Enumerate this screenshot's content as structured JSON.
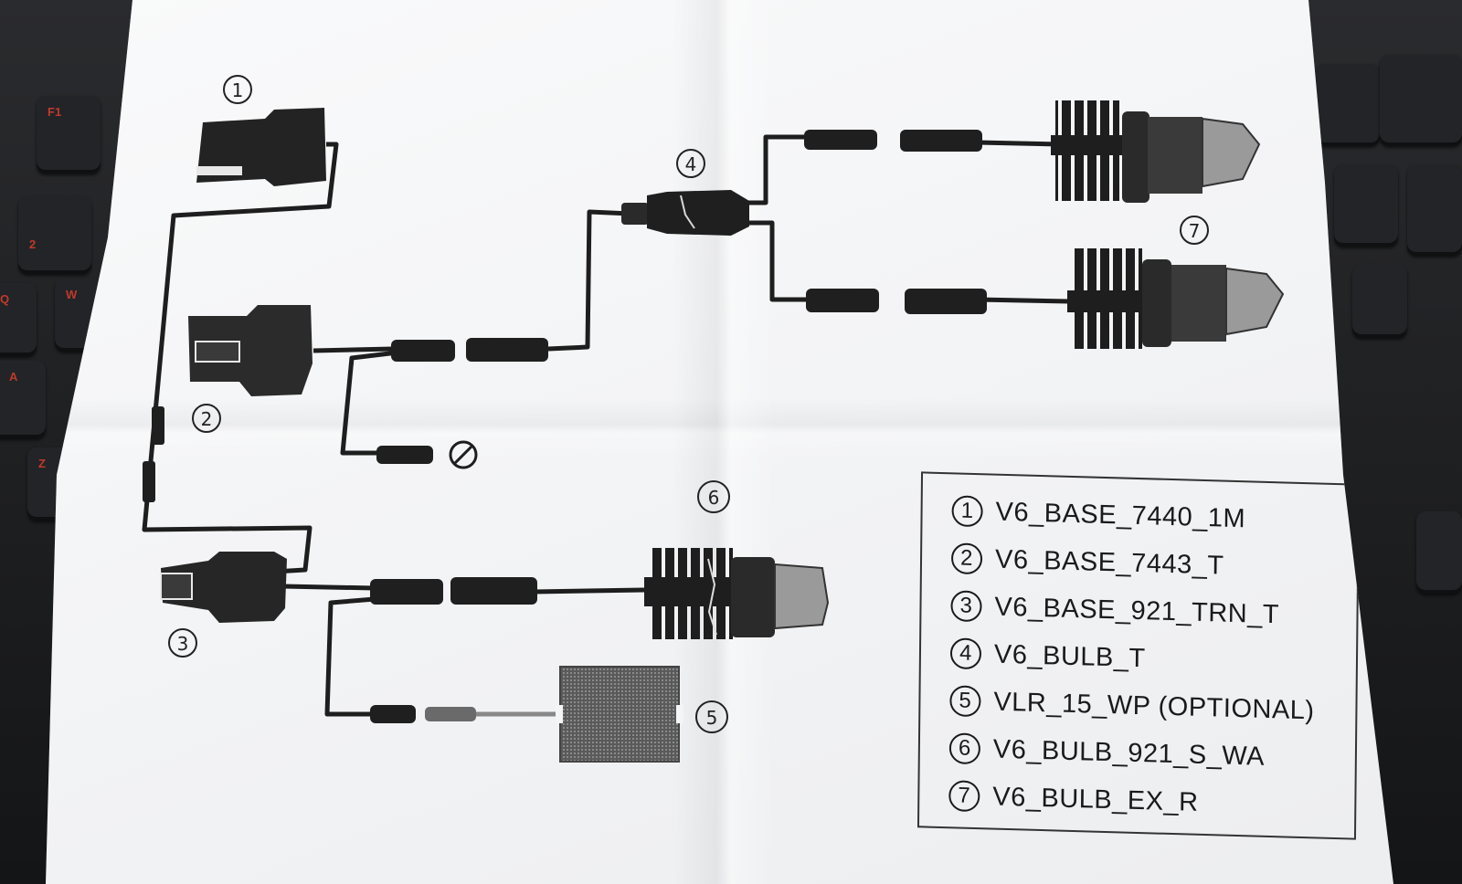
{
  "labels": {
    "c1": "1",
    "c2": "2",
    "c3": "3",
    "c4": "4",
    "c5": "5",
    "c6": "6",
    "c7": "7"
  },
  "legend": [
    {
      "num": "1",
      "text": "V6_BASE_7440_1M"
    },
    {
      "num": "2",
      "text": "V6_BASE_7443_T"
    },
    {
      "num": "3",
      "text": "V6_BASE_921_TRN_T"
    },
    {
      "num": "4",
      "text": "V6_BULB_T"
    },
    {
      "num": "5",
      "text": "VLR_15_WP (OPTIONAL)"
    },
    {
      "num": "6",
      "text": "V6_BULB_921_S_WA"
    },
    {
      "num": "7",
      "text": "V6_BULB_EX_R"
    }
  ],
  "keys": {
    "k_f1": "F1",
    "k_2": "2",
    "k_w": "W",
    "k_a": "A",
    "k_q": "Q",
    "k_z": "Z"
  },
  "colors": {
    "paper": "#f4f5f7",
    "ink": "#1e1e1e",
    "keyboard": "#1c1d1f",
    "key_legend": "#c0392b"
  }
}
